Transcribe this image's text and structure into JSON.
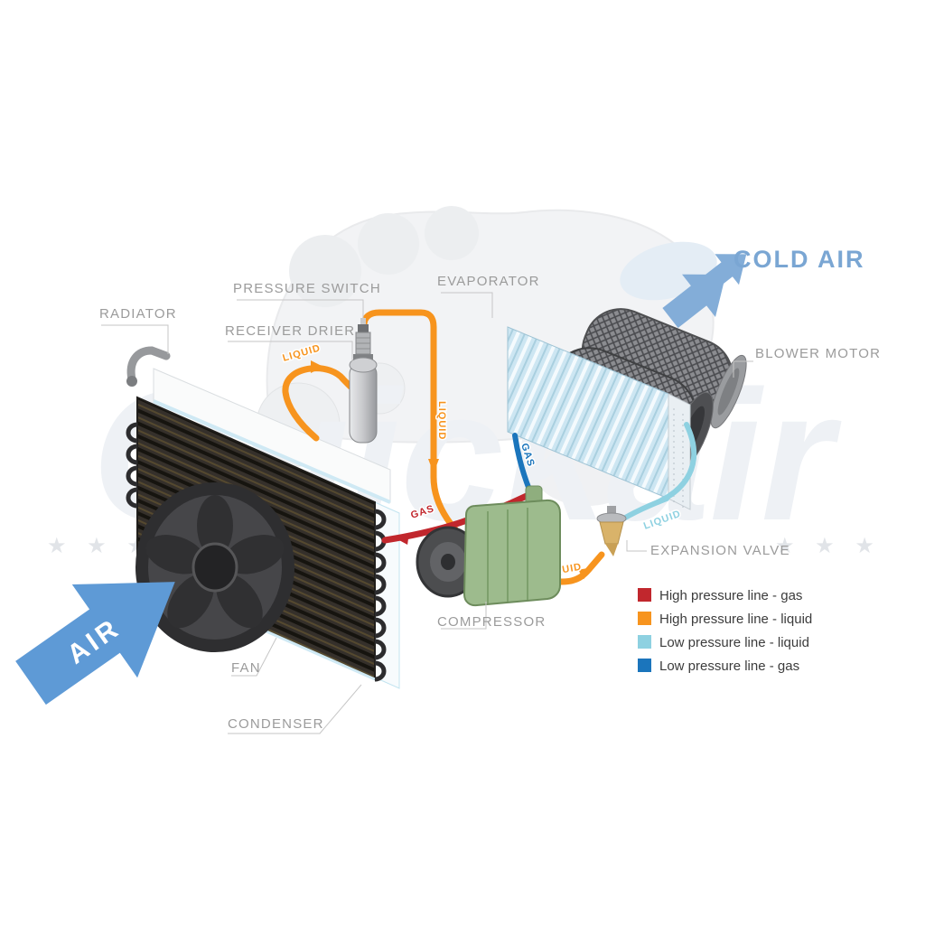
{
  "watermark": {
    "brand": "Quickair",
    "stars": "★ ★ ★"
  },
  "headings": {
    "cold_air": "COLD AIR",
    "air": "AIR"
  },
  "component_labels": {
    "radiator": "RADIATOR",
    "pressure_switch": "PRESSURE SWITCH",
    "receiver_drier": "RECEIVER DRIER",
    "evaporator": "EVAPORATOR",
    "blower_motor": "BLOWER MOTOR",
    "expansion_valve": "EXPANSION VALVE",
    "compressor": "COMPRESSOR",
    "fan": "FAN",
    "condenser": "CONDENSER"
  },
  "pipe_labels": {
    "liquid": "LIQUID",
    "gas": "GAS"
  },
  "legend": {
    "items": [
      {
        "label": "High pressure line - gas",
        "color": "#c1272d"
      },
      {
        "label": "High pressure line - liquid",
        "color": "#f7941e"
      },
      {
        "label": "Low pressure line - liquid",
        "color": "#8ed1e1"
      },
      {
        "label": "Low pressure line -  gas",
        "color": "#1b75bc"
      }
    ]
  },
  "colors": {
    "hp_gas": "#c1272d",
    "hp_liquid": "#f7941e",
    "lp_liquid": "#8ed1e1",
    "lp_gas": "#1b75bc",
    "air_arrow": "#5e9ad6",
    "cold_air_arrow": "#83add8",
    "cold_air_text": "#7aa6d3",
    "label_text": "#9b9b9b"
  }
}
